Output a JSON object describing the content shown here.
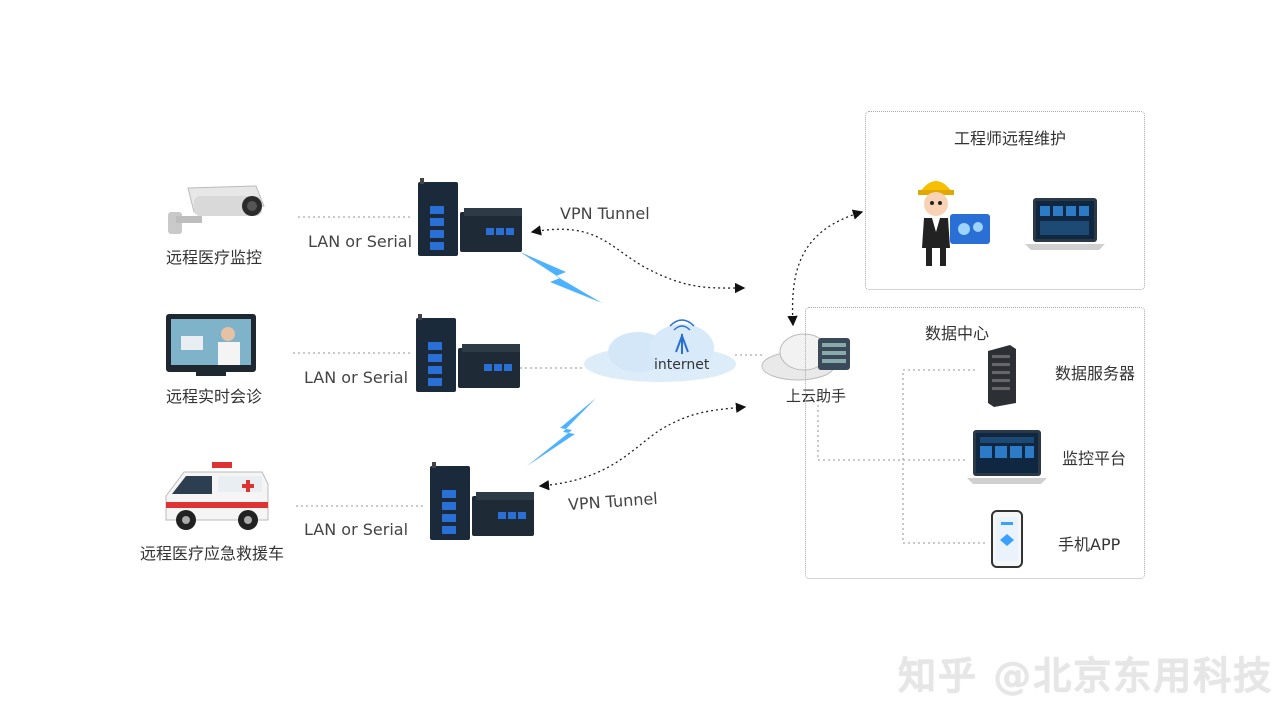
{
  "sources": [
    {
      "label": "远程医疗监控",
      "icon": "security-camera-icon"
    },
    {
      "label": "远程实时会诊",
      "icon": "monitor-consultation-icon"
    },
    {
      "label": "远程医疗应急救援车",
      "icon": "ambulance-icon"
    }
  ],
  "links": {
    "lan_labels": [
      "LAN or Serial",
      "LAN or Serial",
      "LAN or Serial"
    ],
    "vpn_top": "VPN Tunnel",
    "vpn_bottom": "VPN Tunnel"
  },
  "internet": {
    "label": "internet",
    "icon": "cloud-antenna-icon"
  },
  "cloud_helper": {
    "label": "上云助手",
    "icon": "cloud-server-icon"
  },
  "engineer_box": {
    "title": "工程师远程维护",
    "icons": [
      "engineer-icon",
      "laptop-icon"
    ]
  },
  "datacenter": {
    "title": "数据中心",
    "items": [
      {
        "label": "数据服务器",
        "icon": "server-rack-icon"
      },
      {
        "label": "监控平台",
        "icon": "laptop-dashboard-icon"
      },
      {
        "label": "手机APP",
        "icon": "smartphone-icon"
      }
    ]
  },
  "watermark": "知乎 @北京东用科技",
  "colors": {
    "router_body": "#1b2a3a",
    "router_port": "#2a6fd6",
    "lightning": "#39a9ff",
    "cloud": "#cfe6fa"
  }
}
